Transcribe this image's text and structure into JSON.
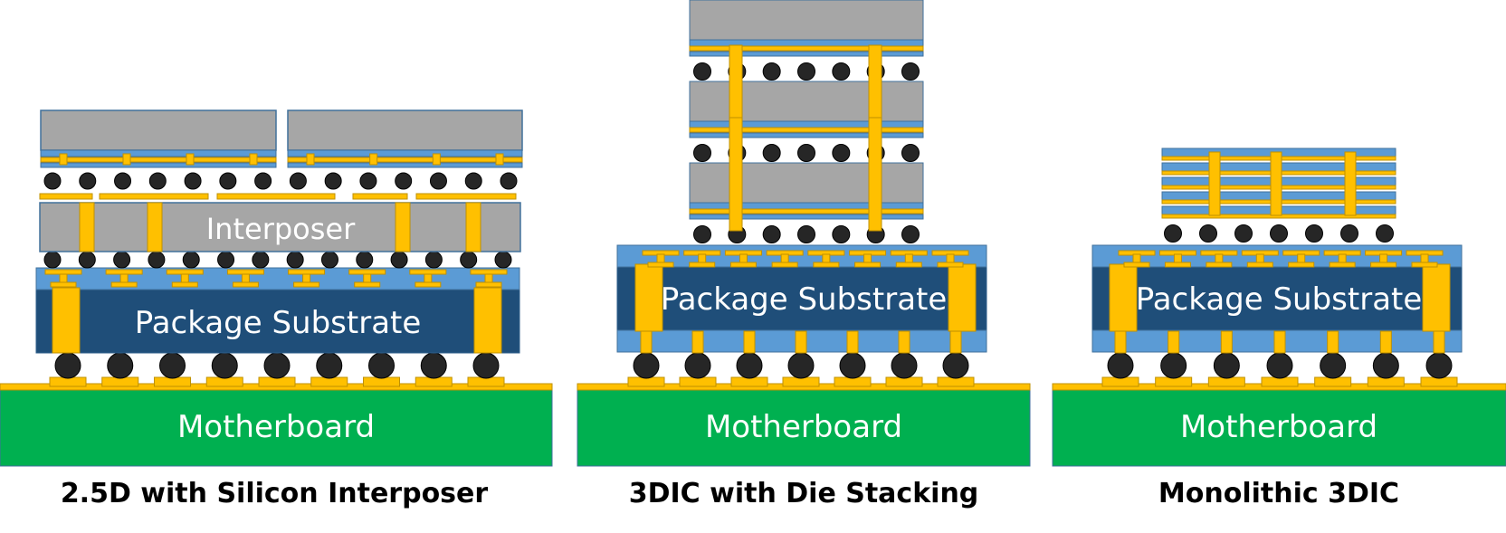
{
  "panels": [
    {
      "caption": "2.5D with Silicon Interposer",
      "interposer_label": "Interposer",
      "substrate_label": "Package Substrate",
      "board_label": "Motherboard"
    },
    {
      "caption": "3DIC with Die Stacking",
      "substrate_label": "Package Substrate",
      "board_label": "Motherboard"
    },
    {
      "caption": "Monolithic 3DIC",
      "substrate_label": "Package Substrate",
      "board_label": "Motherboard"
    }
  ],
  "colors": {
    "die_gray": "#a6a6a6",
    "metal_blue": "#5b9bd5",
    "substrate_dark": "#1f4e79",
    "copper": "#ffc000",
    "bump": "#262626",
    "board_green": "#00b050"
  }
}
